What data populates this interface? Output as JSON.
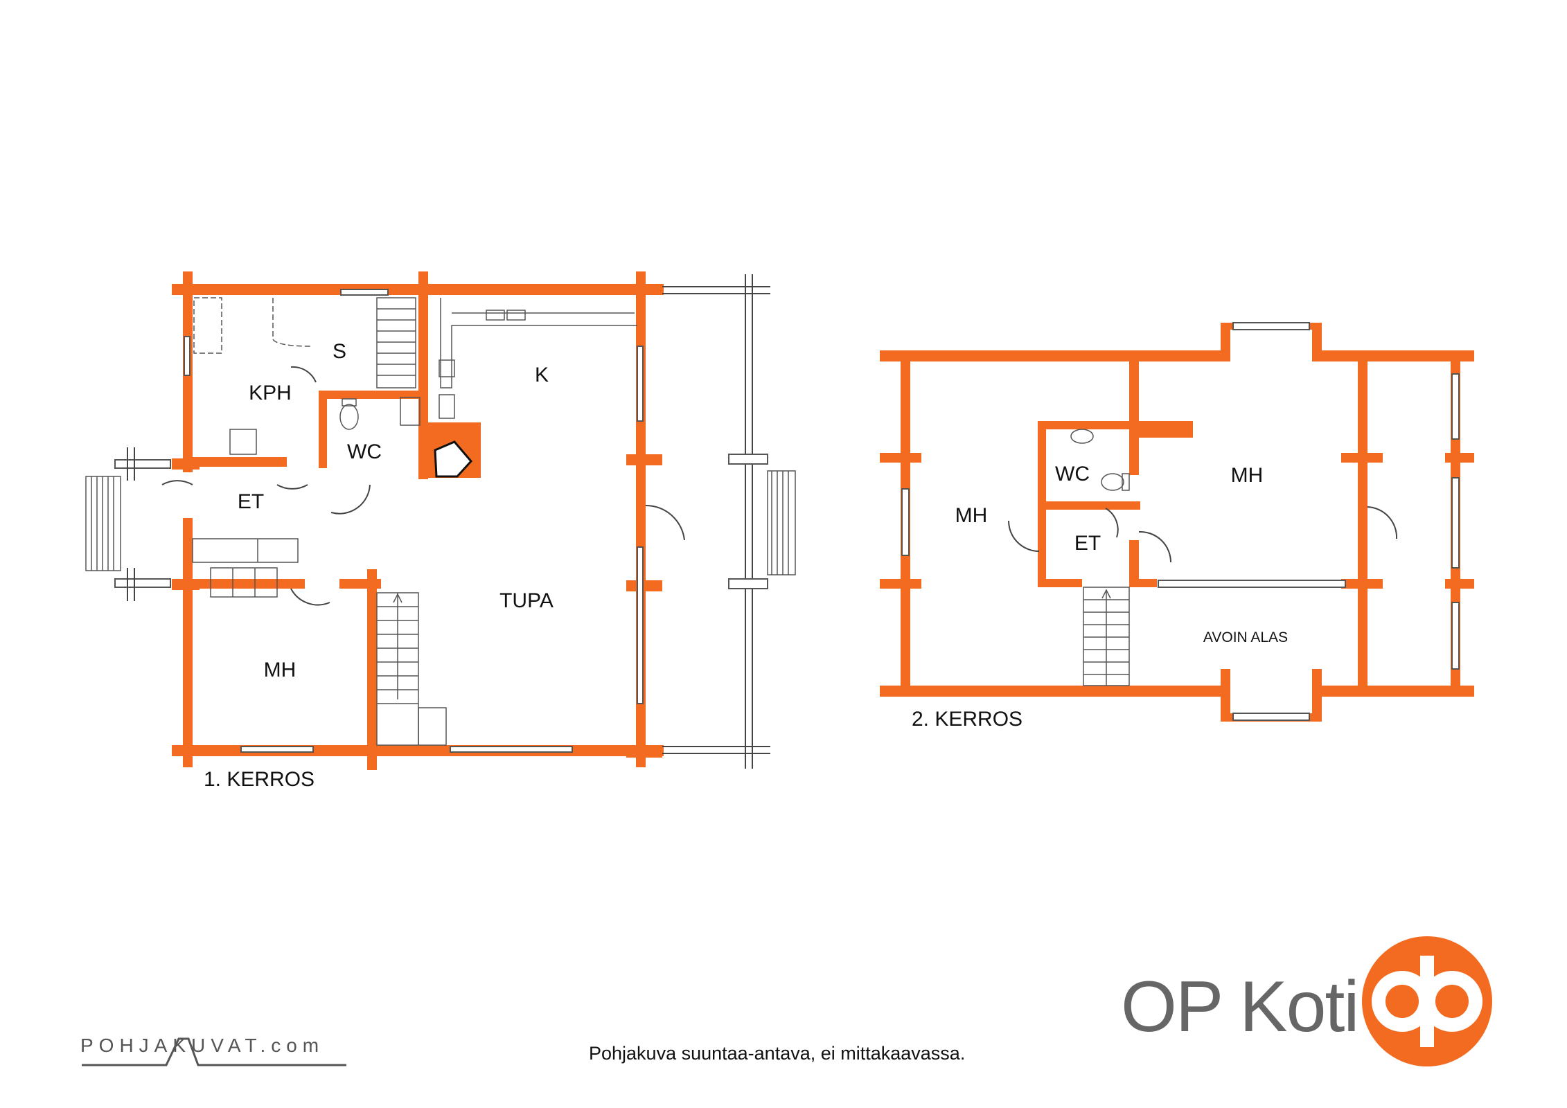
{
  "floor1": {
    "label": "1. KERROS",
    "rooms": {
      "kph": "KPH",
      "s": "S",
      "wc": "WC",
      "k": "K",
      "et": "ET",
      "tupa": "TUPA",
      "mh": "MH"
    }
  },
  "floor2": {
    "label": "2. KERROS",
    "rooms": {
      "mh_left": "MH",
      "wc": "WC",
      "et": "ET",
      "mh_right": "MH",
      "open_below": "AVOIN ALAS"
    }
  },
  "footer": {
    "disclaimer": "Pohjakuva suuntaa-antava, ei mittakaavassa.",
    "pohjakuvat_logo": "POHJAKUVAT.com",
    "brand_name": "OP Koti"
  },
  "colors": {
    "wall": "#f26b21",
    "line": "#444444",
    "brand_text": "#666666"
  }
}
